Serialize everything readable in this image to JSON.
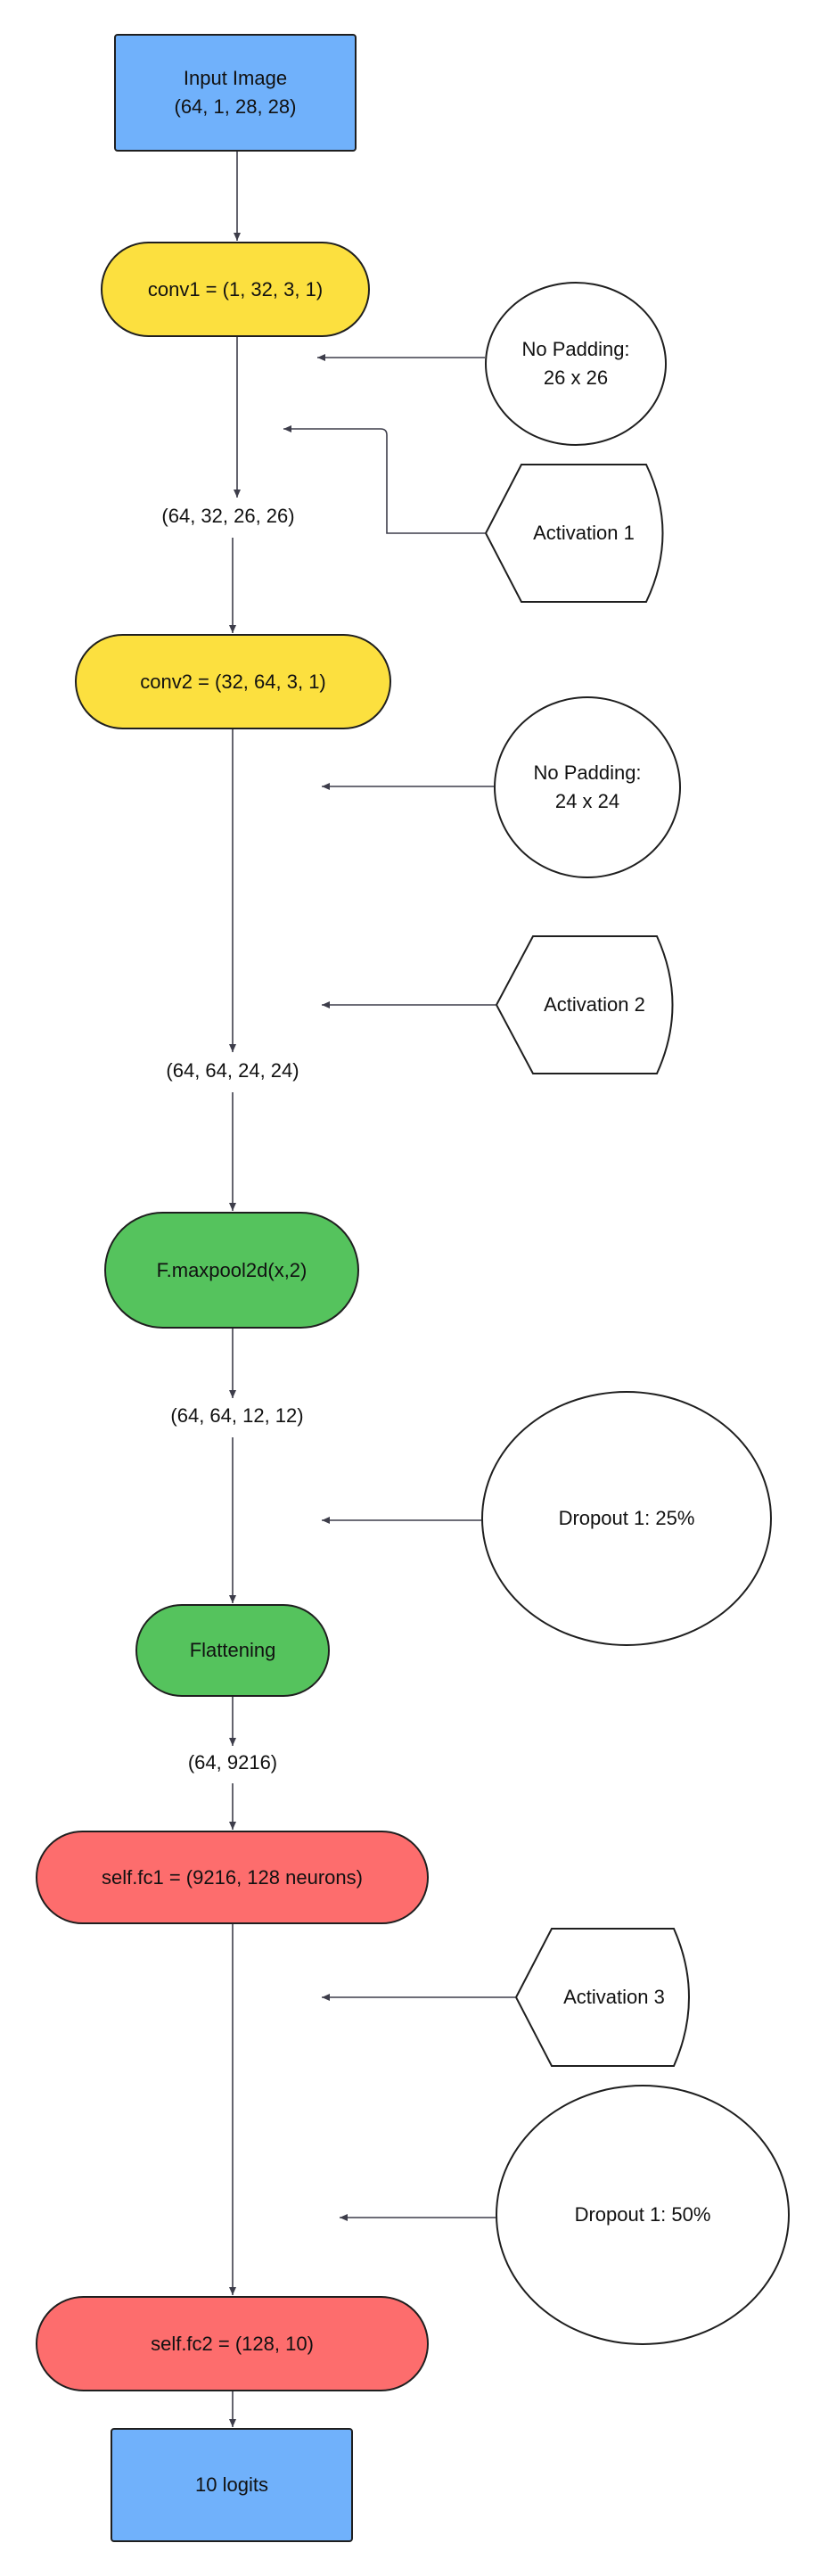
{
  "colors": {
    "input_blue": "#70b1fb",
    "conv_yellow": "#fce03f",
    "pool_green": "#55c35d",
    "fc_red": "#fd6d6d",
    "line": "#3d3d4a"
  },
  "nodes": {
    "input_image": "Input Image\n(64, 1, 28, 28)",
    "conv1": "conv1 = (1, 32, 3, 1)",
    "conv2": "conv2 = (32, 64, 3, 1)",
    "maxpool": "F.maxpool2d(x,2)",
    "flattening": "Flattening",
    "fc1": "self.fc1 = (9216, 128 neurons)",
    "fc2": "self.fc2 = (128, 10)",
    "logits": "10 logits"
  },
  "shape_labels": {
    "after_conv1": "(64, 32, 26, 26)",
    "after_conv2": "(64, 64, 24, 24)",
    "after_pool": "(64, 64, 12, 12)",
    "after_flatten": "(64, 9216)"
  },
  "annotations": {
    "no_padding_1": "No Padding:\n26 x 26",
    "activation_1": "Activation 1",
    "no_padding_2": "No Padding:\n24 x 24",
    "activation_2": "Activation 2",
    "dropout_1": "Dropout 1: 25%",
    "activation_3": "Activation 3",
    "dropout_2": "Dropout 1: 50%"
  }
}
